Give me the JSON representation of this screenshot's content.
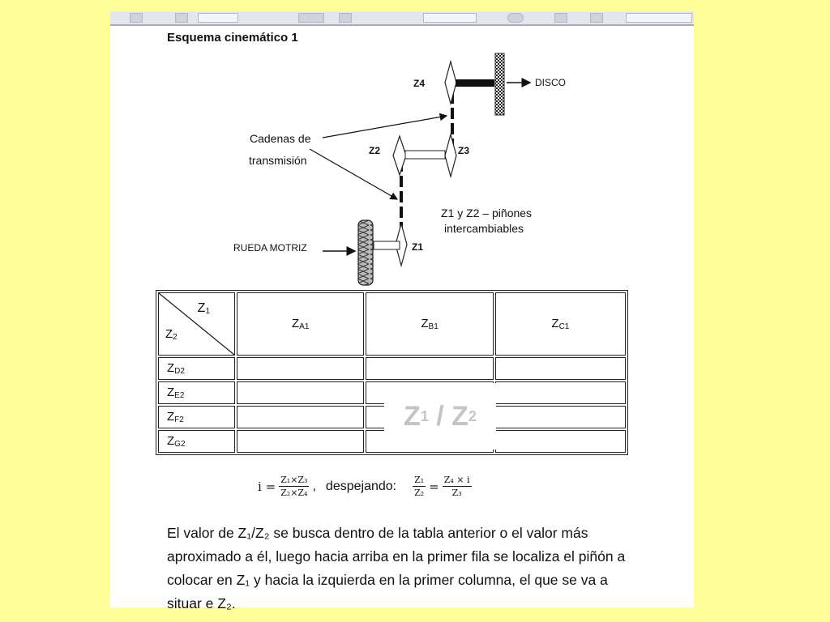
{
  "heading": "Esquema cinemático 1",
  "diagram": {
    "z4": "Z4",
    "disco": "DISCO",
    "cadenas_line1": "Cadenas de",
    "cadenas_line2": "transmisión",
    "z2": "Z2",
    "z3": "Z3",
    "pinones_line1": "Z1 y Z2 – piñones",
    "pinones_line2": "intercambiables",
    "rueda": "RUEDA MOTRIZ",
    "z1": "Z1"
  },
  "table": {
    "corner_top": "Z",
    "corner_top_sub": "1",
    "corner_bottom": "Z",
    "corner_bottom_sub": "2",
    "columns": [
      {
        "main": "Z",
        "sub": "A1"
      },
      {
        "main": "Z",
        "sub": "B1"
      },
      {
        "main": "Z",
        "sub": "C1"
      }
    ],
    "rows": [
      {
        "main": "Z",
        "sub": "D2"
      },
      {
        "main": "Z",
        "sub": "E2"
      },
      {
        "main": "Z",
        "sub": "F2"
      },
      {
        "main": "Z",
        "sub": "G2"
      }
    ],
    "watermark": {
      "a": "Z",
      "a_sub": "1",
      "sep": " / ",
      "b": "Z",
      "b_sub": "2"
    }
  },
  "formula": {
    "lhs": "i =",
    "frac1_num": "Z₁×Z₃",
    "frac1_den": "Z₂×Z₄",
    "comma": ",",
    "word": "despejando:",
    "frac2_num": "Z₁",
    "frac2_den": "Z₂",
    "eq": "=",
    "frac3_num": "Z₄ × i",
    "frac3_den": "Z₃"
  },
  "paragraph": "El valor de Z₁/Z₂ se busca dentro de la tabla anterior o el valor más aproximado a él, luego hacia arriba en la primer fila se localiza el piñón a colocar en Z₁ y hacia la izquierda en la primer columna, el que se va a situar e Z₂."
}
